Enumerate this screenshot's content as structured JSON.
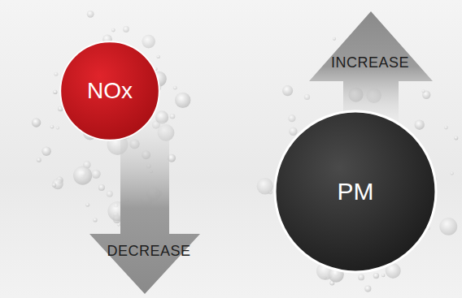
{
  "diagram": {
    "nodes": [
      {
        "text": [
          "NOx"
        ]
      },
      {
        "text": [
          "PM"
        ]
      }
    ],
    "labels": [
      "DECREASE",
      "INCREASE"
    ]
  }
}
